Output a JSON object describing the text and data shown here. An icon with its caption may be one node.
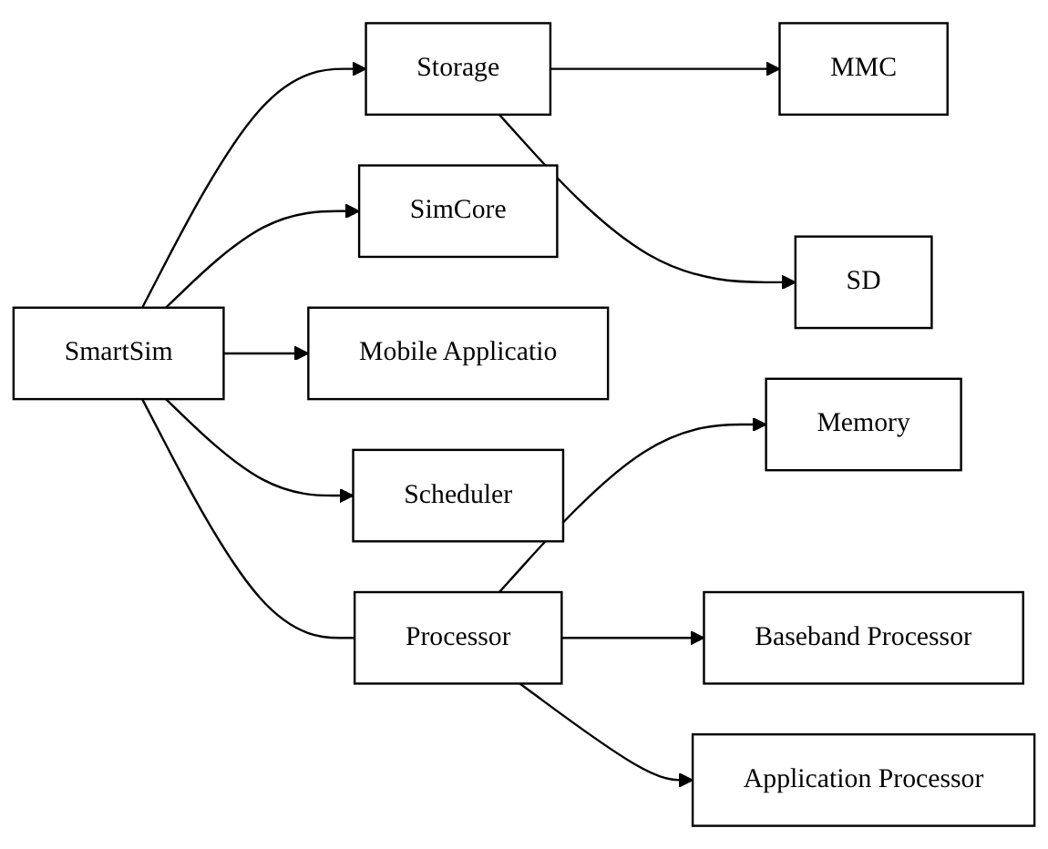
{
  "diagram": {
    "nodes": [
      {
        "text": [
          "MMC"
        ]
      },
      {
        "text": [
          "Storage"
        ]
      },
      {
        "text": [
          "SD"
        ]
      },
      {
        "text": [
          "SimCore"
        ]
      },
      {
        "text": [
          "SmartSim"
        ]
      },
      {
        "text": [
          "Processor"
        ]
      },
      {
        "text": [
          "Baseband Processor"
        ]
      },
      {
        "text": [
          "Mobile Applicatio"
        ]
      },
      {
        "text": [
          "Scheduler"
        ]
      },
      {
        "text": [
          "Memory"
        ]
      },
      {
        "text": [
          "Application Processor"
        ]
      }
    ],
    "edges": [
      {
        "from": 1,
        "to": 0,
        "arrow": "to"
      },
      {
        "from": 1,
        "to": 2,
        "arrow": "to"
      },
      {
        "from": 4,
        "to": 1,
        "arrow": "to"
      },
      {
        "from": 4,
        "to": 3,
        "arrow": "to"
      },
      {
        "from": 4,
        "to": 7,
        "arrow": "to"
      },
      {
        "from": 4,
        "to": 8,
        "arrow": "to"
      },
      {
        "from": 4,
        "to": 5,
        "arrow": "none"
      },
      {
        "from": 5,
        "to": 9,
        "arrow": "to"
      },
      {
        "from": 5,
        "to": 6,
        "arrow": "to"
      },
      {
        "from": 5,
        "to": 10,
        "arrow": "to"
      }
    ]
  }
}
